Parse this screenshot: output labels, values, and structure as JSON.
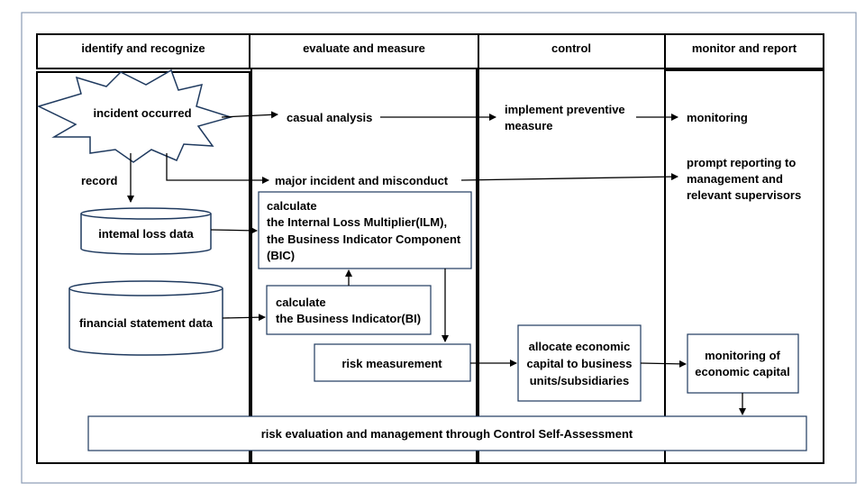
{
  "columns": {
    "identify": "identify and recognize",
    "evaluate": "evaluate and measure",
    "control": "control",
    "monitor": "monitor and report"
  },
  "nodes": {
    "incident": "incident occurred",
    "record": "record",
    "internal_loss": "intemal loss data",
    "financial_statement": "financial statement data",
    "casual_analysis": "casual analysis",
    "major_incident": "major incident and misconduct",
    "calc_ilm": {
      "line1": "calculate",
      "line2": "the Internal Loss Multiplier(ILM),",
      "line3": "the Business Indicator Component",
      "line4": "(BIC)"
    },
    "calc_bi": {
      "line1": "calculate",
      "line2": "the Business Indicator(BI)"
    },
    "risk_measurement": "risk measurement",
    "implement_preventive": {
      "line1": "implement preventive",
      "line2": "measure"
    },
    "allocate_capital": {
      "line1": "allocate economic",
      "line2": "capital to business",
      "line3": "units/subsidiaries"
    },
    "monitoring": "monitoring",
    "prompt_reporting": {
      "line1": "prompt reporting to",
      "line2": "management and",
      "line3": "relevant supervisors"
    },
    "monitoring_capital": {
      "line1": "monitoring of",
      "line2": "economic capital"
    },
    "csa": "risk evaluation and management through Control Self-Assessment"
  },
  "colors": {
    "stroke": "#000000",
    "box_border": "#1f3a5f",
    "cylinder_border": "#1f3a5f",
    "burst_border": "#1f3a5f",
    "frame": "#8a9bb5"
  }
}
